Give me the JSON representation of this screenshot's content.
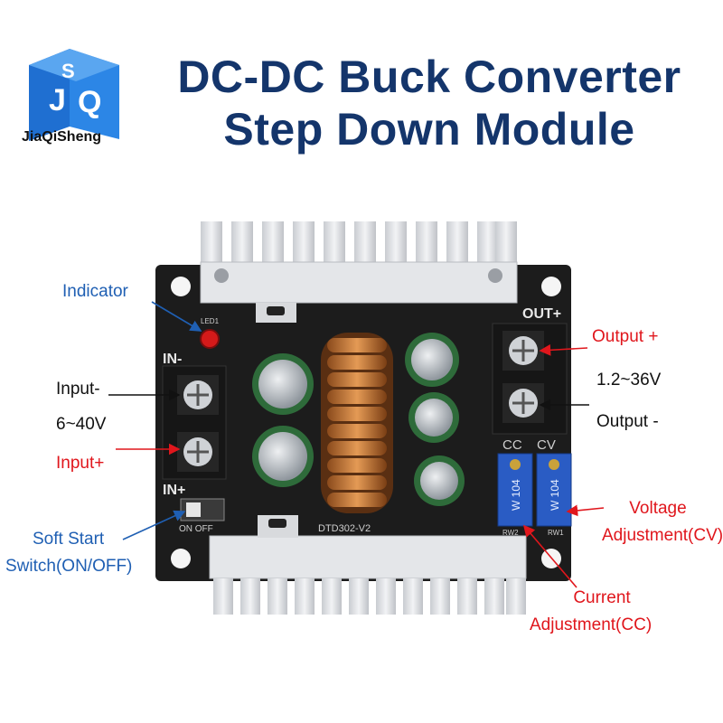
{
  "brand": {
    "name": "JiaQiSheng"
  },
  "title": {
    "line1": "DC-DC Buck Converter",
    "line2": "Step Down Module"
  },
  "pcb": {
    "silk_in_minus": "IN-",
    "silk_in_plus": "IN+",
    "silk_out_plus": "OUT+",
    "silk_cc": "CC",
    "silk_cv": "CV",
    "silk_model": "DTD302-V2",
    "silk_switch": "ON  OFF",
    "silk_led": "LED1",
    "silk_rw2": "RW2",
    "silk_rw1": "RW1",
    "pot_text": "W 104"
  },
  "labels": {
    "indicator": "Indicator",
    "input_minus": "Input-",
    "input_range": "6~40V",
    "input_plus": "Input+",
    "soft_start_1": "Soft Start",
    "soft_start_2": "Switch(ON/OFF)",
    "output_plus": "Output +",
    "output_range": "1.2~36V",
    "output_minus": "Output -",
    "voltage_1": "Voltage",
    "voltage_2": "Adjustment(CV)",
    "current_1": "Current",
    "current_2": "Adjustment(CC)"
  },
  "colors": {
    "title": "#14356b",
    "callout_blue": "#1f5fb3",
    "callout_red": "#e0161c",
    "pcb": "#1c1c1c",
    "heatsink": "#dadde2",
    "pot": "#2a5cc4"
  }
}
